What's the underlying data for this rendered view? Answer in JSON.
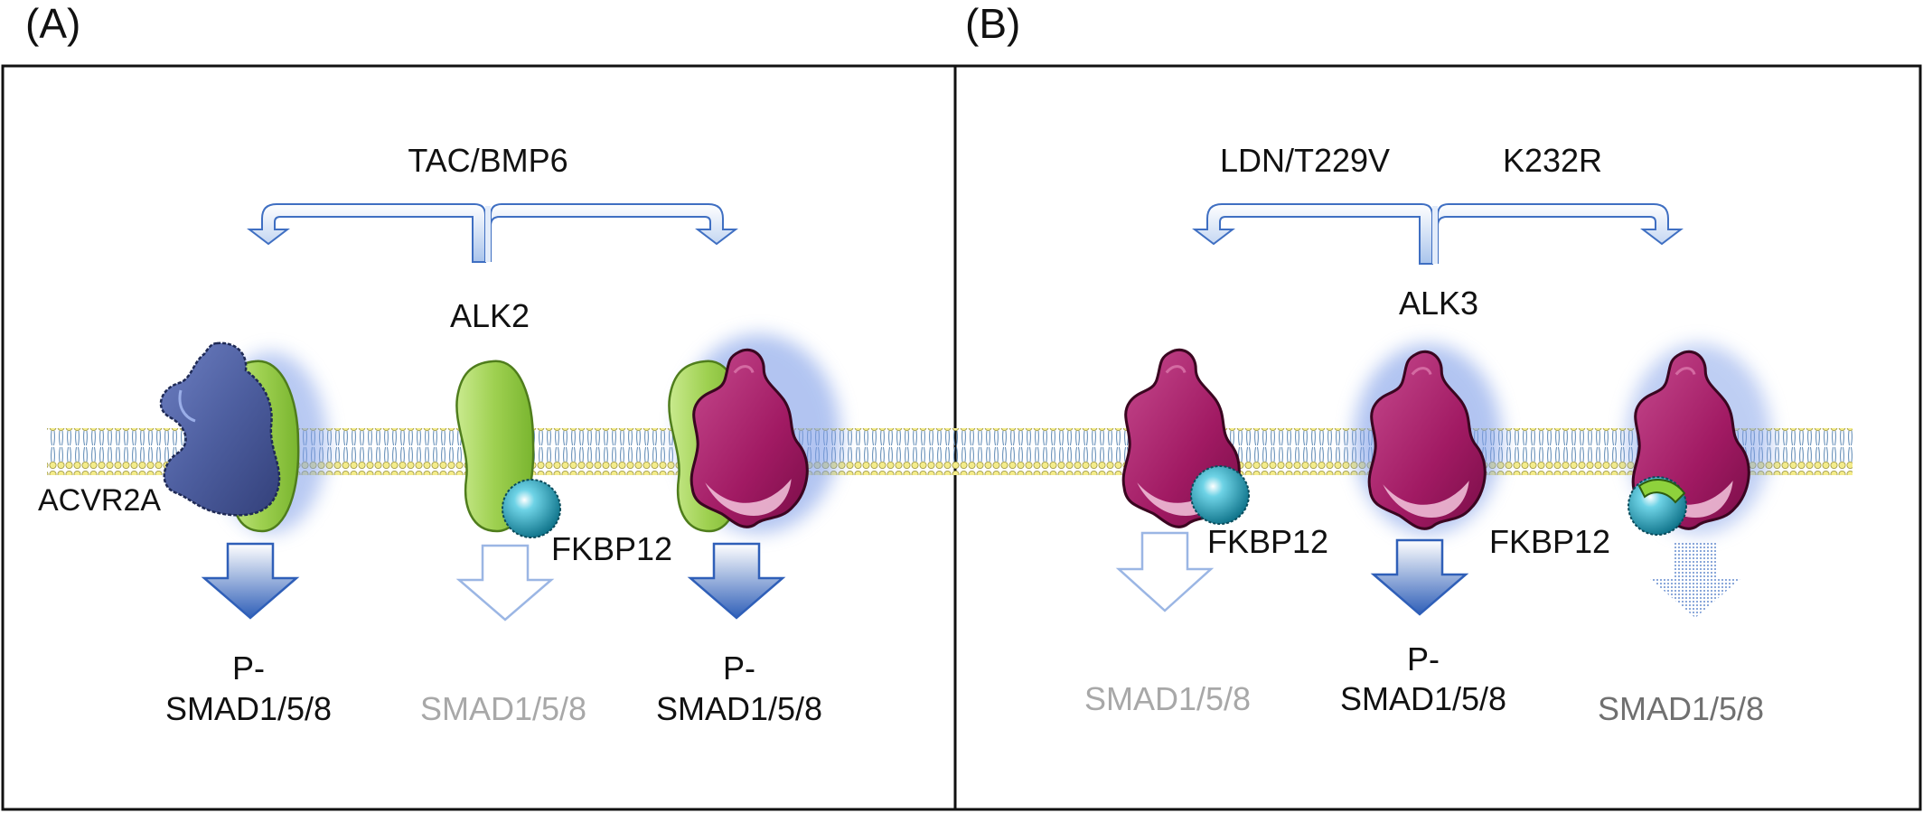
{
  "panel_a": {
    "letter": "(A)",
    "ligand_label": "TAC/BMP6",
    "receptor_label": "ALK2",
    "type2_label": "ACVR2A",
    "fkbp_label": "FKBP12",
    "output_left_top": "P-",
    "output_left_bottom": "SMAD1/5/8",
    "output_mid": "SMAD1/5/8",
    "output_right_top": "P-",
    "output_right_bottom": "SMAD1/5/8"
  },
  "panel_b": {
    "letter": "(B)",
    "ligand_left_label": "LDN/T229V",
    "ligand_right_label": "K232R",
    "receptor_label": "ALK3",
    "fkbp_left_label": "FKBP12",
    "fkbp_right_label": "FKBP12",
    "output_left": "SMAD1/5/8",
    "output_mid_top": "P-",
    "output_mid_bottom": "SMAD1/5/8",
    "output_right": "SMAD1/5/8"
  },
  "colors": {
    "type2_receptor": "#4a5a9a",
    "alk2": "#8ec63f",
    "alk3": "#a0175f",
    "fkbp12": "#1a9bb5",
    "arrow_blue": "#3f6fc2",
    "text_dark": "#111111",
    "text_faded": "#a8a8a8",
    "text_gray": "#707070"
  }
}
